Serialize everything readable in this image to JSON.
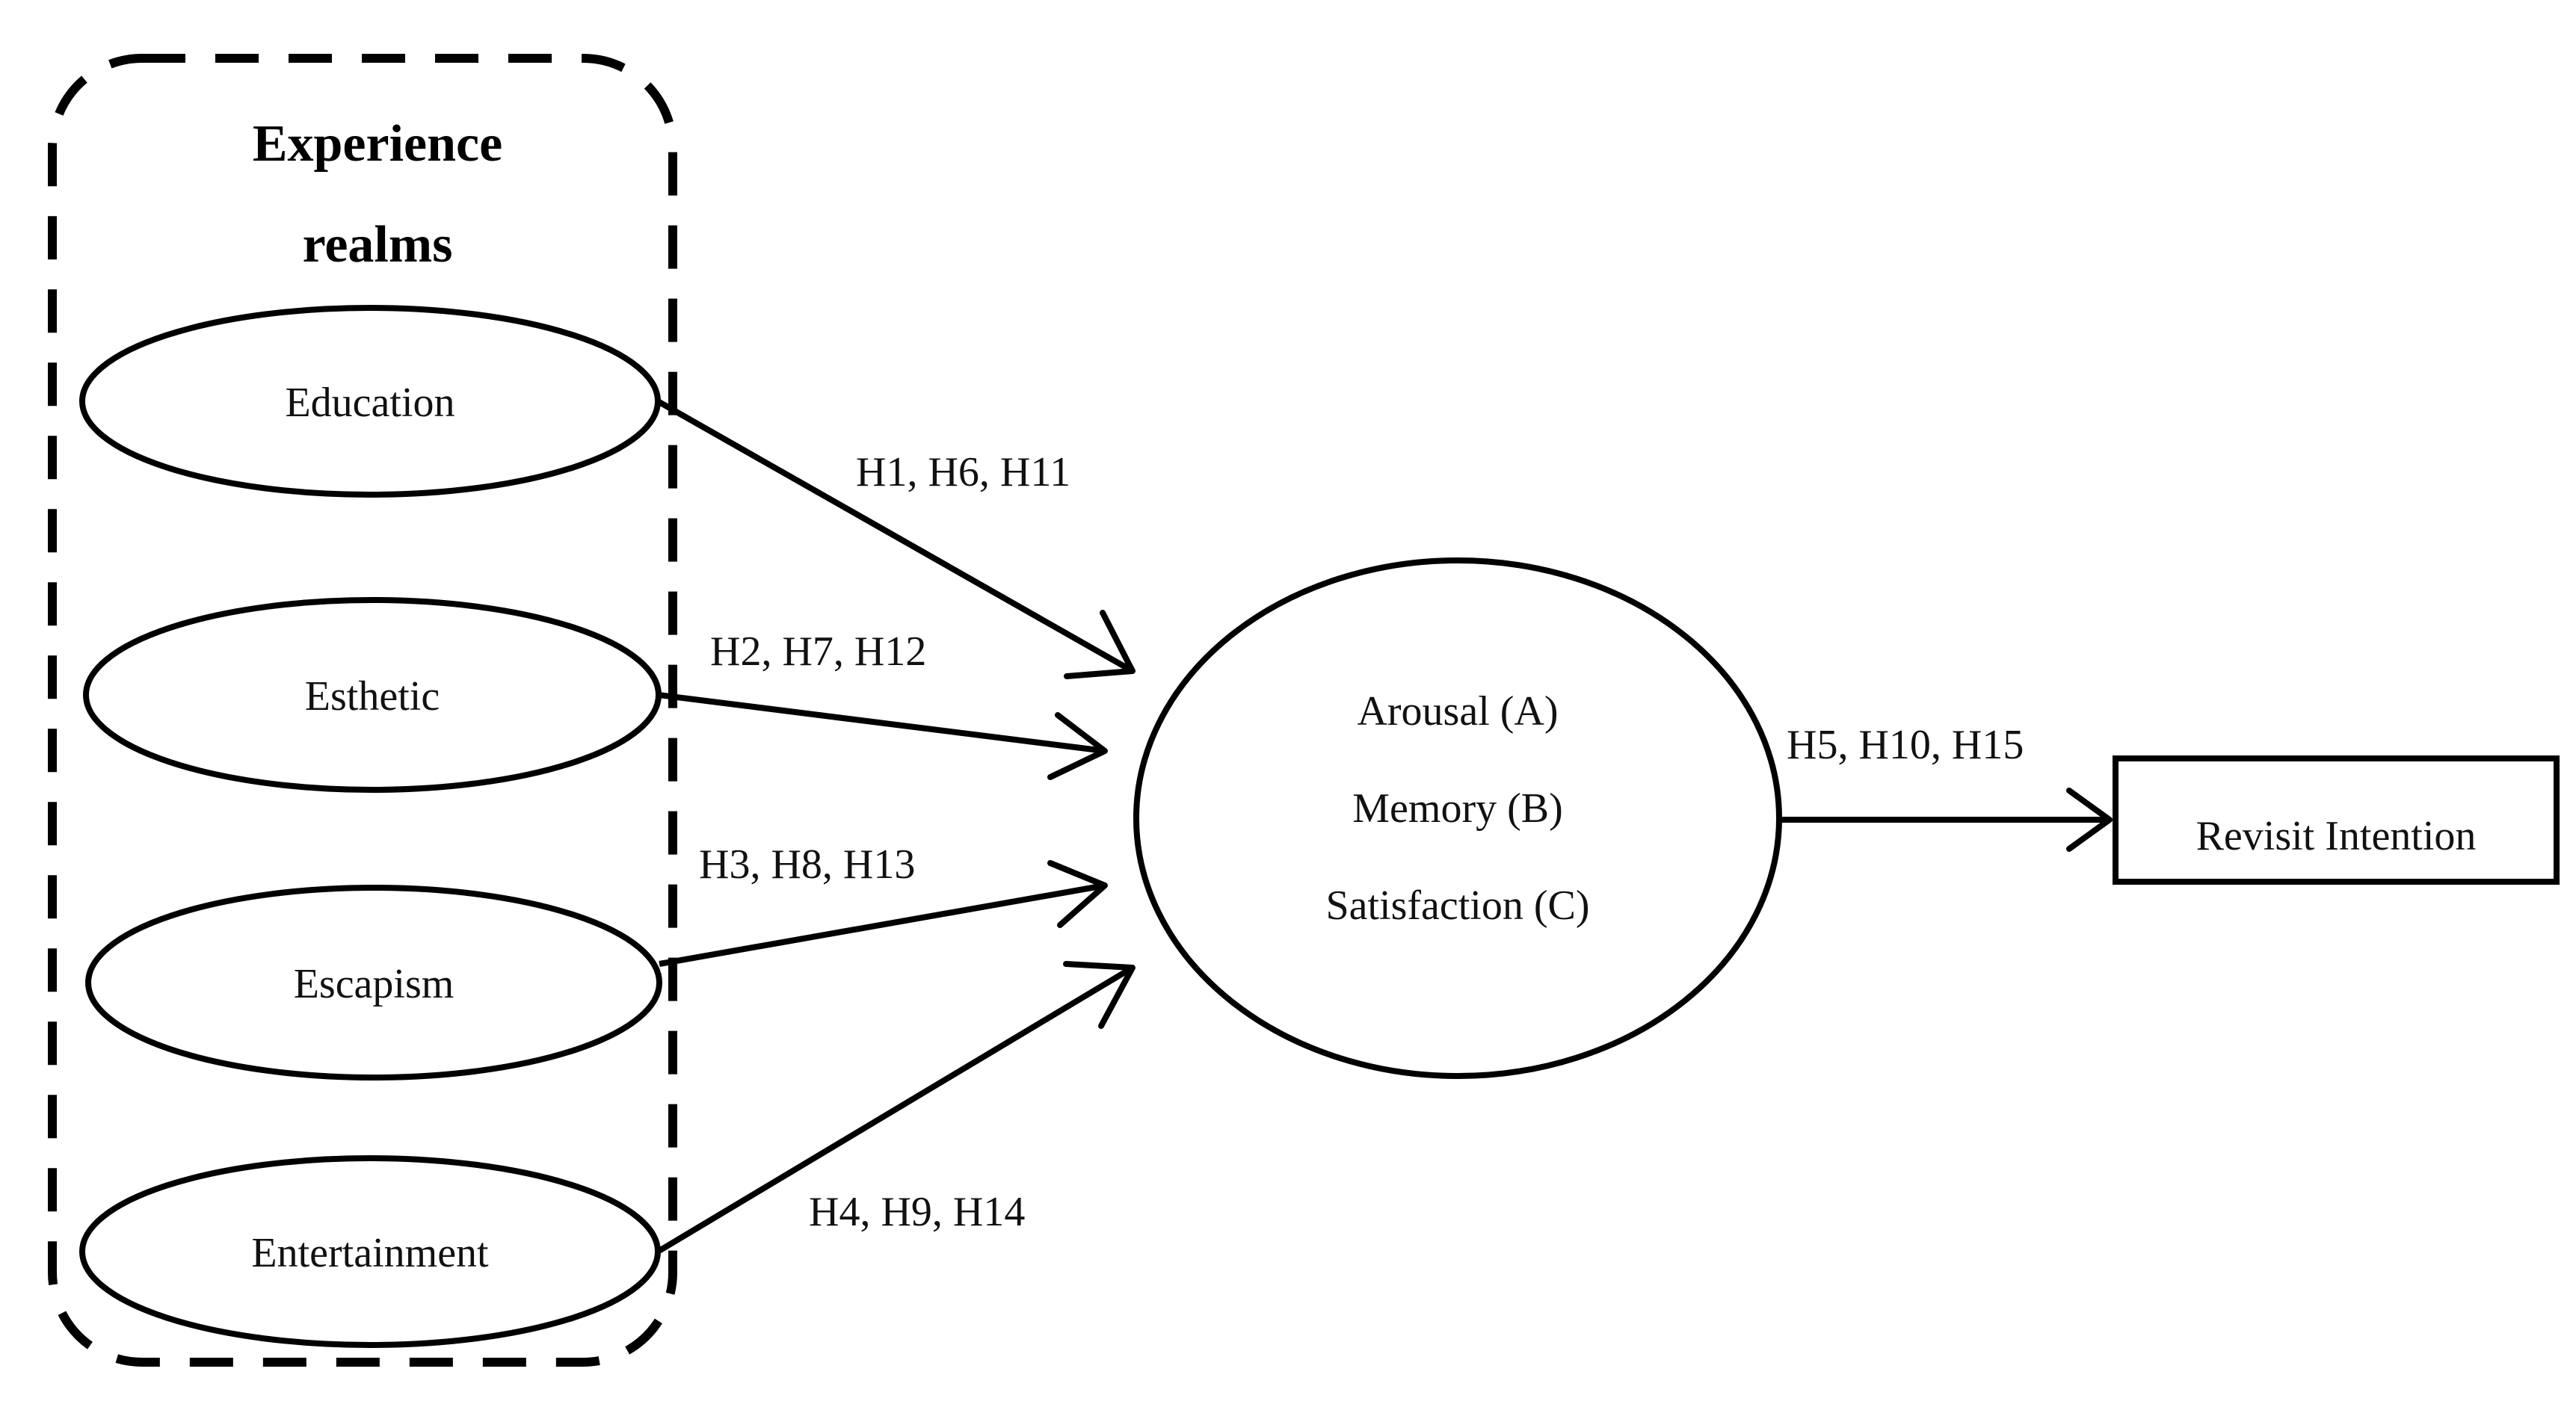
{
  "group": {
    "title_line1": "Experience",
    "title_line2": "realms"
  },
  "realms": [
    {
      "label": "Education"
    },
    {
      "label": "Esthetic"
    },
    {
      "label": "Escapism"
    },
    {
      "label": "Entertainment"
    }
  ],
  "hypotheses": {
    "education": "H1, H6, H11",
    "esthetic": "H2, H7, H12",
    "escapism": "H3, H8, H13",
    "entertainment": "H4, H9, H14",
    "outcome": "H5, H10, H15"
  },
  "mediator": {
    "line1": "Arousal (A)",
    "line2": "Memory (B)",
    "line3": "Satisfaction (C)"
  },
  "outcome": {
    "label": "Revisit Intention"
  }
}
